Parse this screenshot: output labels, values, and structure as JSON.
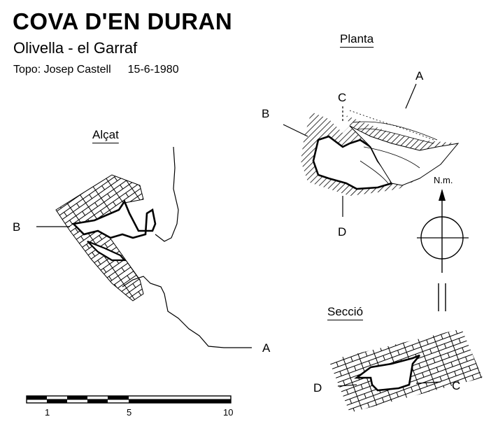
{
  "header": {
    "title": "COVA D'EN DURAN",
    "subtitle": "Olivella - el Garraf",
    "topo": "Topo: Josep Castell",
    "date": "15-6-1980"
  },
  "views": {
    "elevation": {
      "title": "Alçat",
      "labels": {
        "b": "B",
        "a": "A"
      }
    },
    "plan": {
      "title": "Planta",
      "labels": {
        "a": "A",
        "b": "B",
        "c": "C",
        "d": "D"
      }
    },
    "section": {
      "title": "Secció",
      "labels": {
        "d": "D",
        "c": "C"
      }
    }
  },
  "north_arrow": {
    "label": "N.m."
  },
  "scale_bar": {
    "ticks": [
      "1",
      "5",
      "10"
    ]
  }
}
